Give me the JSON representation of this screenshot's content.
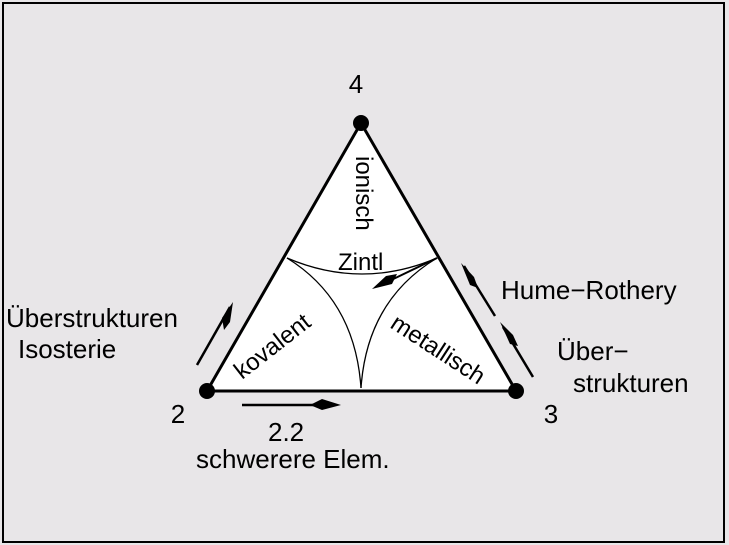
{
  "vertices": {
    "top": "4",
    "left": "2",
    "right": "3"
  },
  "regions": {
    "ionic": "ionisch",
    "covalent": "kovalent",
    "metallic": "metallisch",
    "zintl": "Zintl"
  },
  "annotations": {
    "left_line1": "Überstrukturen",
    "left_line2": "Isosterie",
    "right_top": "Hume−Rothery",
    "right_line1": "Über−",
    "right_line2": "strukturen",
    "bottom_line1": "2.2",
    "bottom_line2": "schwerere Elem."
  }
}
